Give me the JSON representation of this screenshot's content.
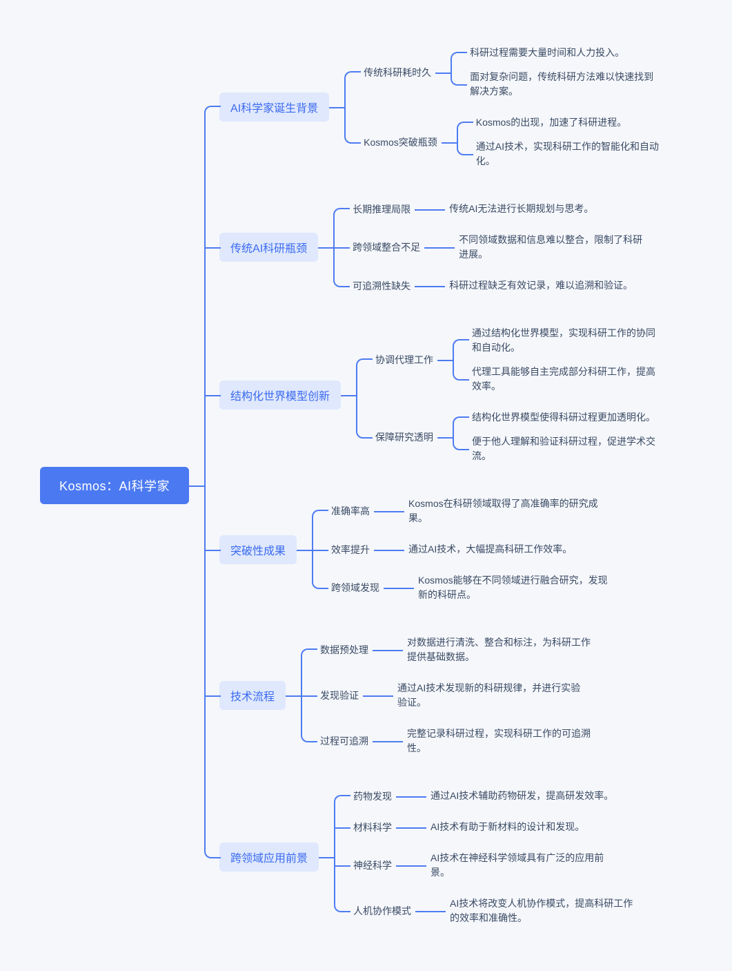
{
  "colors": {
    "bg": "#f5f7fb",
    "line": "#4d7bf2",
    "root-bg": "#4b79f1",
    "root-text": "#ffffff",
    "branch-bg": "#dfe8fc",
    "branch-text": "#3b6af0",
    "text": "#3a4a63"
  },
  "root": {
    "label": "Kosmos：AI科学家",
    "children": [
      {
        "label": "AI科学家诞生背景",
        "children": [
          {
            "label": "传统科研耗时久",
            "children": [
              {
                "label": "科研过程需要大量时间和人力投入。"
              },
              {
                "label": "面对复杂问题，传统科研方法难以快速找到解决方案。"
              }
            ]
          },
          {
            "label": "Kosmos突破瓶颈",
            "children": [
              {
                "label": "Kosmos的出现，加速了科研进程。"
              },
              {
                "label": "通过AI技术，实现科研工作的智能化和自动化。"
              }
            ]
          }
        ]
      },
      {
        "label": "传统AI科研瓶颈",
        "children": [
          {
            "label": "长期推理局限",
            "children": [
              {
                "label": "传统AI无法进行长期规划与思考。"
              }
            ]
          },
          {
            "label": "跨领域整合不足",
            "children": [
              {
                "label": "不同领域数据和信息难以整合，限制了科研进展。"
              }
            ]
          },
          {
            "label": "可追溯性缺失",
            "children": [
              {
                "label": "科研过程缺乏有效记录，难以追溯和验证。"
              }
            ]
          }
        ]
      },
      {
        "label": "结构化世界模型创新",
        "children": [
          {
            "label": "协调代理工作",
            "children": [
              {
                "label": "通过结构化世界模型，实现科研工作的协同和自动化。"
              },
              {
                "label": "代理工具能够自主完成部分科研工作，提高效率。"
              }
            ]
          },
          {
            "label": "保障研究透明",
            "children": [
              {
                "label": "结构化世界模型使得科研过程更加透明化。"
              },
              {
                "label": "便于他人理解和验证科研过程，促进学术交流。"
              }
            ]
          }
        ]
      },
      {
        "label": "突破性成果",
        "children": [
          {
            "label": "准确率高",
            "children": [
              {
                "label": "Kosmos在科研领域取得了高准确率的研究成果。"
              }
            ]
          },
          {
            "label": "效率提升",
            "children": [
              {
                "label": "通过AI技术，大幅提高科研工作效率。"
              }
            ]
          },
          {
            "label": "跨领域发现",
            "children": [
              {
                "label": "Kosmos能够在不同领域进行融合研究，发现新的科研点。"
              }
            ]
          }
        ]
      },
      {
        "label": "技术流程",
        "children": [
          {
            "label": "数据预处理",
            "children": [
              {
                "label": "对数据进行清洗、整合和标注，为科研工作提供基础数据。"
              }
            ]
          },
          {
            "label": "发现验证",
            "children": [
              {
                "label": "通过AI技术发现新的科研规律，并进行实验验证。"
              }
            ]
          },
          {
            "label": "过程可追溯",
            "children": [
              {
                "label": "完整记录科研过程，实现科研工作的可追溯性。"
              }
            ]
          }
        ]
      },
      {
        "label": "跨领域应用前景",
        "children": [
          {
            "label": "药物发现",
            "children": [
              {
                "label": "通过AI技术辅助药物研发，提高研发效率。"
              }
            ]
          },
          {
            "label": "材料科学",
            "children": [
              {
                "label": "AI技术有助于新材料的设计和发现。"
              }
            ]
          },
          {
            "label": "神经科学",
            "children": [
              {
                "label": "AI技术在神经科学领域具有广泛的应用前景。"
              }
            ]
          },
          {
            "label": "人机协作模式",
            "children": [
              {
                "label": "AI技术将改变人机协作模式，提高科研工作的效率和准确性。"
              }
            ]
          }
        ]
      }
    ]
  }
}
